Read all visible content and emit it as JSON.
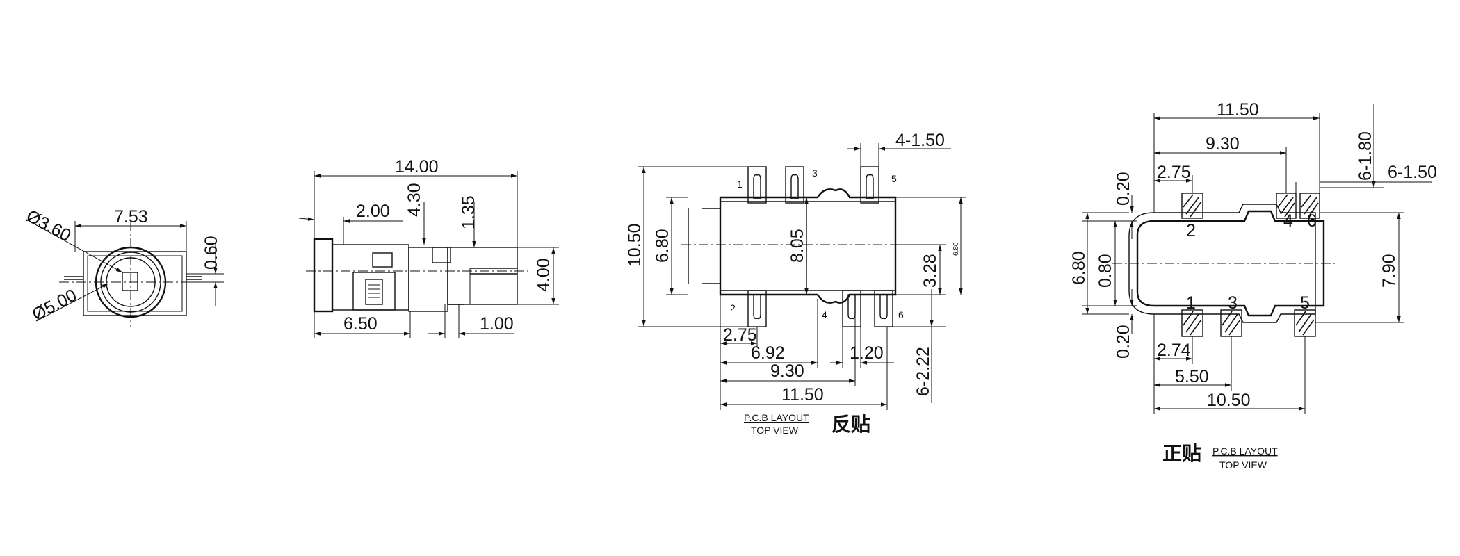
{
  "front_view": {
    "dia_inner": "Ø3.60",
    "dia_outer": "Ø5.00",
    "width": "7.53",
    "offset": "0.60"
  },
  "side_view": {
    "length": "14.00",
    "d_2_00": "2.00",
    "d_4_30": "4.30",
    "d_1_35": "1.35",
    "height": "4.00",
    "d_6_50": "6.50",
    "d_1_00": "1.00"
  },
  "pcb_reverse": {
    "pad_label": "4-1.50",
    "d_10_50": "10.50",
    "d_6_80": "6.80",
    "d_8_05": "8.05",
    "d_3_28": "3.28",
    "d_6_80_small": "6.80",
    "d_2_75": "2.75",
    "d_6_92": "6.92",
    "d_1_20": "1.20",
    "d_9_30": "9.30",
    "d_11_50": "11.50",
    "d_6_2_22": "6-2.22",
    "pins": [
      "1",
      "2",
      "3",
      "4",
      "5",
      "6"
    ],
    "caption_1": "P.C.B LAYOUT",
    "caption_2": "TOP VIEW",
    "cn_label": "反贴"
  },
  "pcb_normal": {
    "d_11_50": "11.50",
    "d_9_30": "9.30",
    "d_6_1_80": "6-1.80",
    "d_6_1_50": "6-1.50",
    "d_0_20_top": "0.20",
    "d_2_75": "2.75",
    "d_6_80": "6.80",
    "d_0_80": "0.80",
    "d_7_90": "7.90",
    "d_0_20_bot": "0.20",
    "d_2_74": "2.74",
    "d_5_50": "5.50",
    "d_10_50": "10.50",
    "pins": [
      "1",
      "2",
      "3",
      "4",
      "5",
      "6"
    ],
    "cn_label": "正贴",
    "caption_1": "P.C.B LAYOUT",
    "caption_2": "TOP VIEW"
  }
}
